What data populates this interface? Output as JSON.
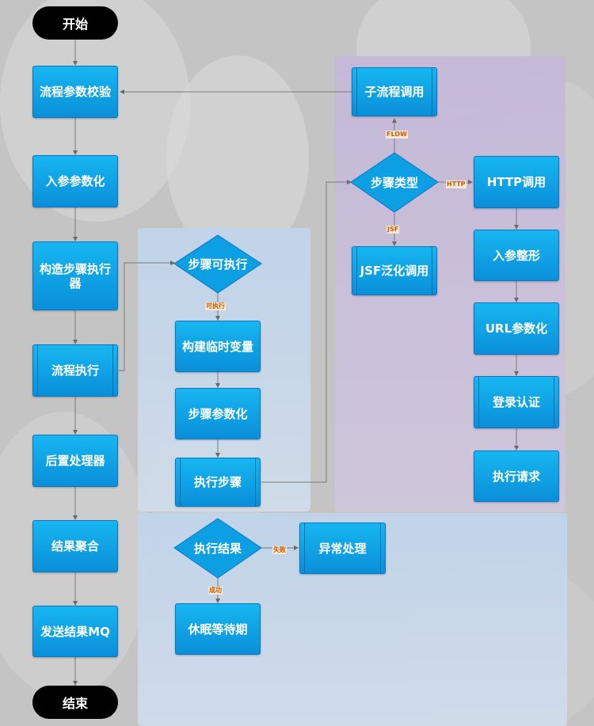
{
  "colors": {
    "node_top": "#17b6f1",
    "node_bottom": "#0a8fd9",
    "terminal": "#000000",
    "panel_blue": "#c5d8ec",
    "panel_purple": "#c9bed9",
    "edge_label": "#c85a00"
  },
  "terminals": {
    "start": "开始",
    "end": "结束"
  },
  "main_flow": {
    "validate_params": "流程参数校验",
    "param_input": "入参参数化",
    "build_executor": "构造步骤执行器",
    "flow_exec": "流程执行",
    "post_processor": "后置处理器",
    "result_aggregate": "结果聚合",
    "send_mq": "发送结果MQ"
  },
  "step_flow": {
    "step_executable": "步骤可执行",
    "label_executable": "可执行",
    "build_temp_var": "构建临时变量",
    "step_param": "步骤参数化",
    "exec_step": "执行步骤"
  },
  "dispatch": {
    "step_type": "步骤类型",
    "label_flow": "FLOW",
    "label_http": "HTTP",
    "label_jsf": "JSF",
    "subflow_call": "子流程调用",
    "jsf_call": "JSF泛化调用",
    "http_call": "HTTP调用",
    "param_shape": "入参整形",
    "url_param": "URL参数化",
    "login_auth": "登录认证",
    "exec_request": "执行请求"
  },
  "result": {
    "exec_result": "执行结果",
    "label_fail": "失败",
    "label_success": "成功",
    "exception_handle": "异常处理",
    "sleep_wait": "休眠等待期"
  }
}
